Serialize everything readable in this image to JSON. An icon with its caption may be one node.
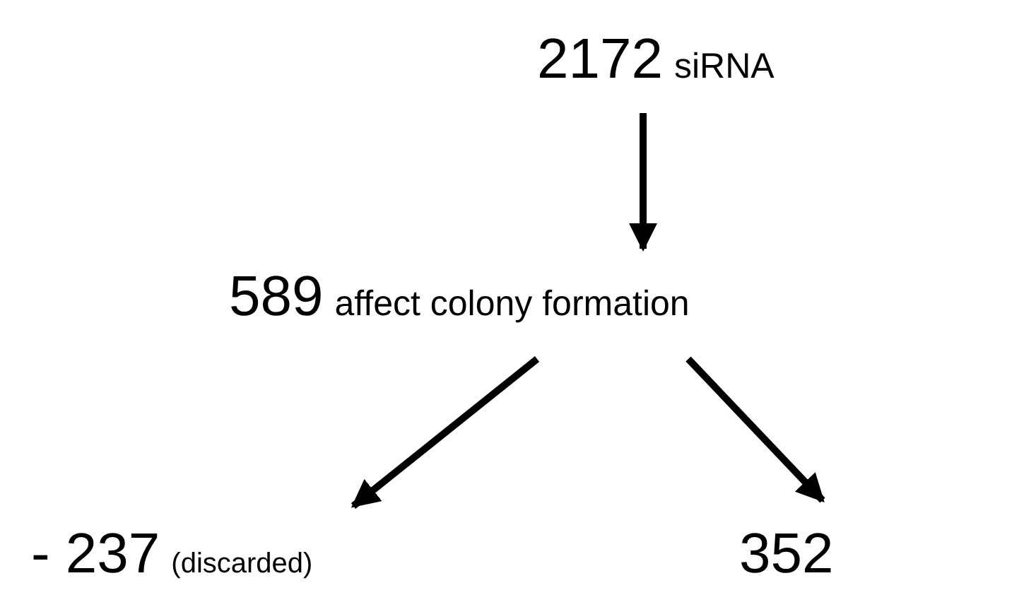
{
  "diagram": {
    "nodes": [
      {
        "text": [
          "2172",
          "siRNA"
        ]
      },
      {
        "text": [
          "589",
          "affect colony formation"
        ]
      },
      {
        "text": [
          "- 237",
          "(discarded)"
        ]
      },
      {
        "text": [
          "352"
        ]
      }
    ],
    "edges": [
      {
        "from": 0,
        "to": 1,
        "arrow": "to"
      },
      {
        "from": 1,
        "to": 2,
        "arrow": "to"
      },
      {
        "from": 1,
        "to": 3,
        "arrow": "to"
      }
    ]
  }
}
